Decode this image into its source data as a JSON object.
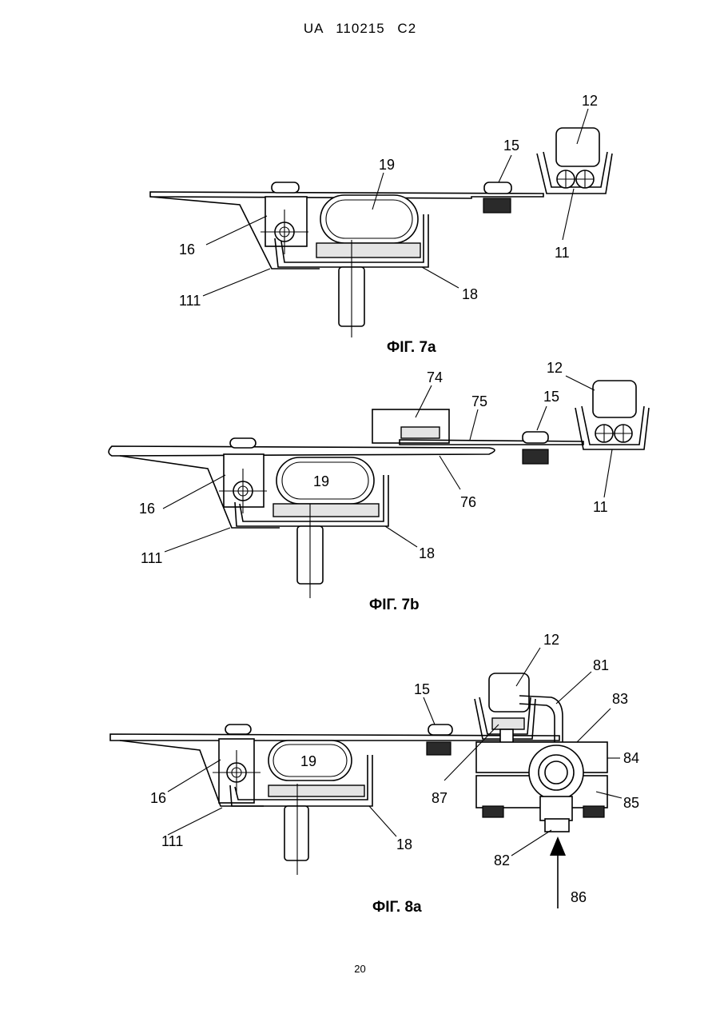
{
  "document": {
    "header": "UA  110215  C2",
    "page_number": "20"
  },
  "figures": [
    {
      "caption": "ФІГ. 7a",
      "labels": [
        "12",
        "15",
        "19",
        "16",
        "11",
        "111",
        "18"
      ]
    },
    {
      "caption": "ФІГ. 7b",
      "labels": [
        "74",
        "12",
        "75",
        "15",
        "19",
        "16",
        "76",
        "11",
        "111",
        "18"
      ]
    },
    {
      "caption": "ФІГ. 8a",
      "labels": [
        "12",
        "81",
        "15",
        "83",
        "19",
        "84",
        "16",
        "87",
        "85",
        "111",
        "18",
        "82",
        "86"
      ]
    }
  ]
}
